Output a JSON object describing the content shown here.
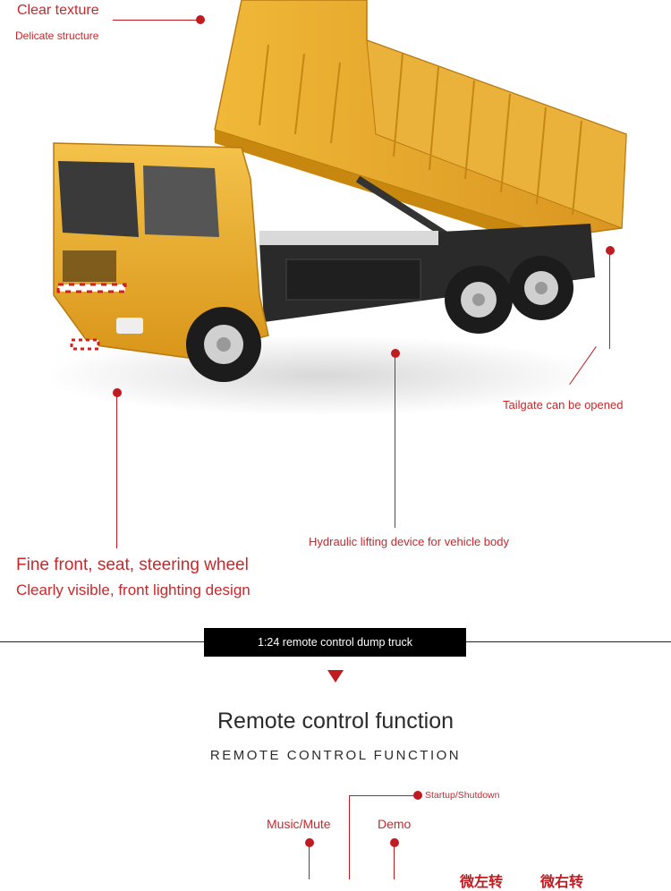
{
  "callouts": {
    "texture_title": "Clear texture",
    "texture_sub": "Delicate structure",
    "tailgate": "Tailgate can be opened",
    "hydraulic": "Hydraulic lifting device for vehicle body",
    "front_title": "Fine front, seat, steering wheel",
    "front_sub": "Clearly visible, front lighting design"
  },
  "banner": "1:24 remote control dump truck",
  "section": {
    "title": "Remote control function",
    "subtitle": "REMOTE CONTROL FUNCTION"
  },
  "remote_labels": {
    "startup": "Startup/Shutdown",
    "music": "Music/Mute",
    "demo": "Demo",
    "partial_1": "微左转",
    "partial_2": "微右转"
  },
  "colors": {
    "accent_red": "#c01b21",
    "truck_yellow": "#e8a824",
    "chassis": "#2a2a2a"
  },
  "product_image": "yellow toy dump truck with raised bed"
}
